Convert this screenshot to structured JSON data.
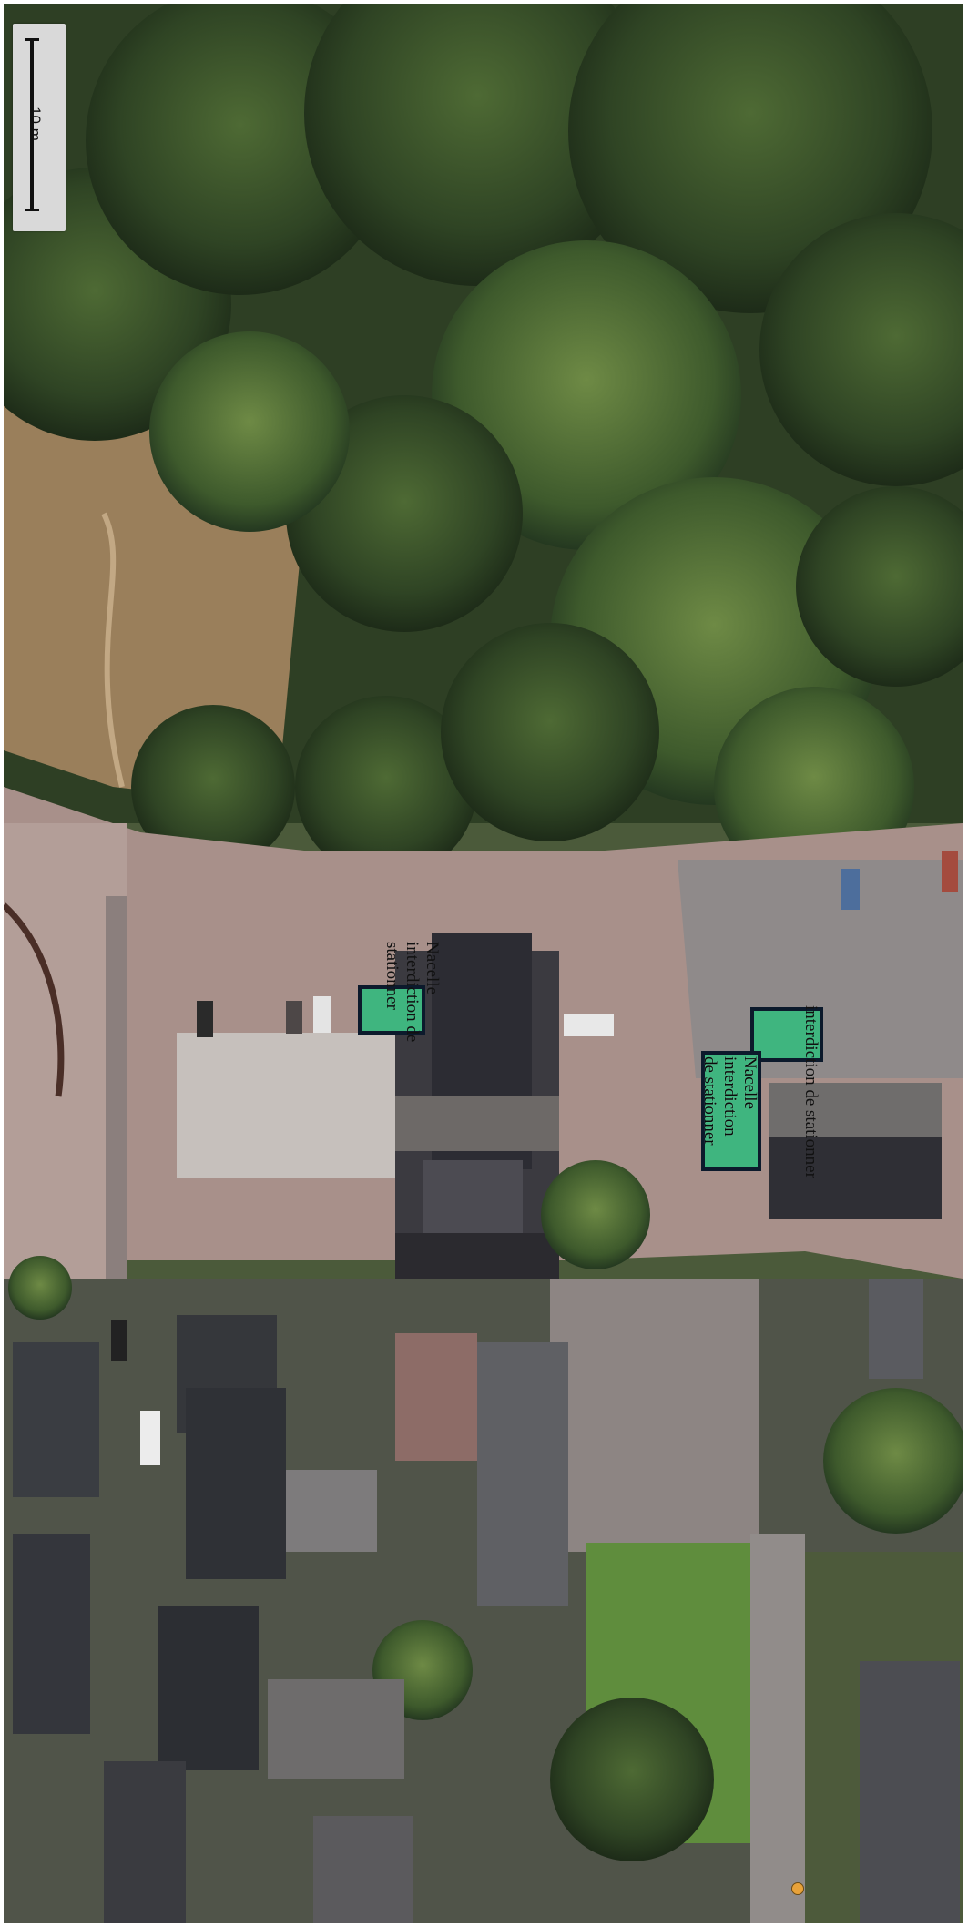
{
  "scale_bar": {
    "label": "10 m"
  },
  "zones": [
    {
      "id": "zone-1",
      "lines": [
        "Nacelle",
        "interdiction de",
        "stationner"
      ]
    },
    {
      "id": "zone-2",
      "lines": [
        "interdiction de stationner"
      ]
    },
    {
      "id": "zone-3",
      "lines": [
        "Nacelle",
        "interdiction",
        "de stationner"
      ]
    }
  ],
  "colors": {
    "zone_fill": "#3fb57f",
    "zone_border": "#0c1a2c",
    "marker": "#e8a23a"
  },
  "icons": {
    "scale": "scale-bar",
    "marker": "location-dot-icon"
  }
}
